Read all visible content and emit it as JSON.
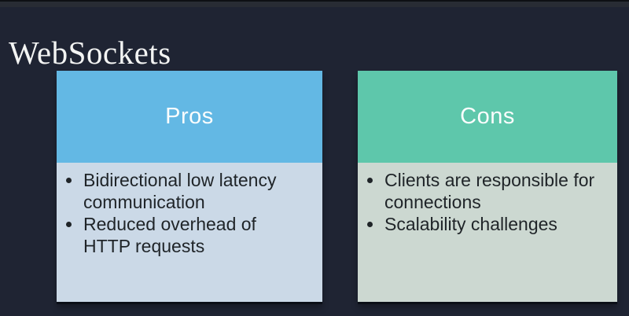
{
  "slide": {
    "title": "WebSockets"
  },
  "cards": [
    {
      "label": "Pros",
      "header_color": "#63b8e4",
      "body_color": "#cbd9e7",
      "items": [
        "Bidirectional low latency\ncommunication",
        "Reduced overhead of\nHTTP requests"
      ]
    },
    {
      "label": "Cons",
      "header_color": "#5ec7ab",
      "body_color": "#ccd8d1",
      "items": [
        "Clients are responsible for\nconnections",
        "Scalability challenges"
      ]
    }
  ],
  "colors": {
    "background": "#1f2433",
    "top_bar": "#282c34",
    "title_text": "#f3f4f3",
    "header_text": "#fbfdfd",
    "body_text": "#1f2428"
  }
}
